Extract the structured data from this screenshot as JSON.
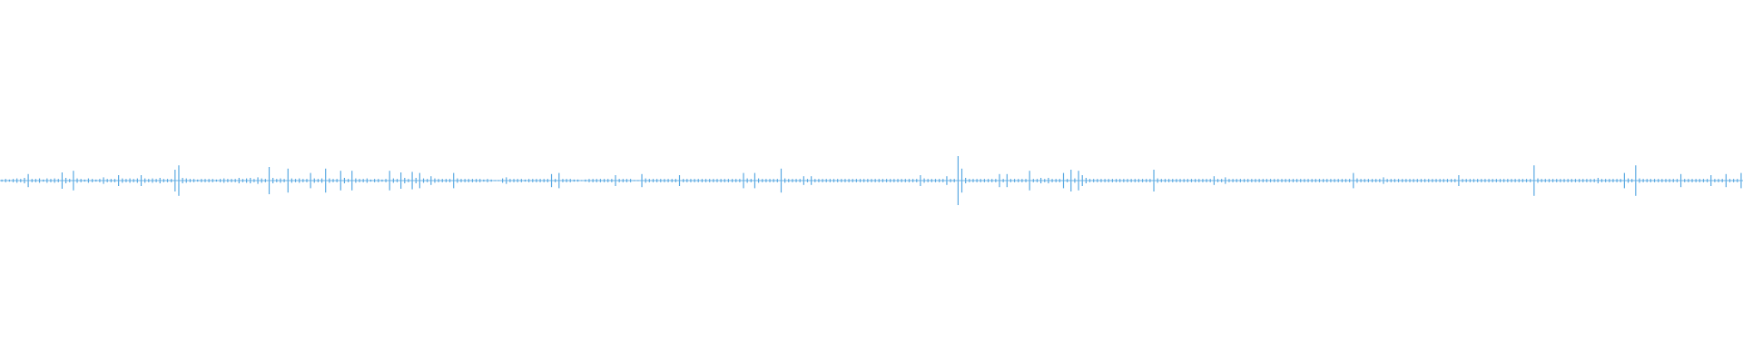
{
  "waveform": {
    "color": "#5aa9e2",
    "peaks": [
      0.02,
      0.03,
      0.02,
      0.03,
      0.04,
      0.03,
      0.05,
      0.12,
      0.03,
      0.03,
      0.04,
      0.02,
      0.04,
      0.03,
      0.04,
      0.03,
      0.15,
      0.05,
      0.03,
      0.18,
      0.04,
      0.03,
      0.02,
      0.04,
      0.03,
      0.02,
      0.03,
      0.06,
      0.03,
      0.03,
      0.03,
      0.1,
      0.04,
      0.03,
      0.04,
      0.03,
      0.04,
      0.1,
      0.04,
      0.03,
      0.04,
      0.03,
      0.05,
      0.03,
      0.03,
      0.03,
      0.2,
      0.28,
      0.05,
      0.04,
      0.03,
      0.03,
      0.02,
      0.03,
      0.03,
      0.03,
      0.03,
      0.02,
      0.03,
      0.04,
      0.03,
      0.03,
      0.03,
      0.05,
      0.03,
      0.04,
      0.05,
      0.03,
      0.06,
      0.04,
      0.03,
      0.25,
      0.05,
      0.03,
      0.04,
      0.03,
      0.22,
      0.04,
      0.03,
      0.04,
      0.03,
      0.03,
      0.14,
      0.04,
      0.03,
      0.04,
      0.22,
      0.04,
      0.03,
      0.03,
      0.18,
      0.05,
      0.03,
      0.18,
      0.04,
      0.03,
      0.03,
      0.04,
      0.02,
      0.03,
      0.03,
      0.02,
      0.03,
      0.18,
      0.04,
      0.03,
      0.15,
      0.05,
      0.03,
      0.16,
      0.05,
      0.14,
      0.04,
      0.03,
      0.08,
      0.04,
      0.03,
      0.03,
      0.03,
      0.03,
      0.14,
      0.04,
      0.03,
      0.03,
      0.03,
      0.03,
      0.03,
      0.03,
      0.02,
      0.03,
      0.02,
      0.01,
      0.0,
      0.04,
      0.06,
      0.03,
      0.03,
      0.03,
      0.03,
      0.02,
      0.03,
      0.03,
      0.03,
      0.03,
      0.03,
      0.03,
      0.12,
      0.03,
      0.14,
      0.03,
      0.03,
      0.03,
      0.02,
      0.02,
      0.0,
      0.02,
      0.03,
      0.03,
      0.03,
      0.03,
      0.03,
      0.03,
      0.03,
      0.1,
      0.03,
      0.03,
      0.03,
      0.03,
      0.0,
      0.0,
      0.12,
      0.04,
      0.03,
      0.03,
      0.03,
      0.03,
      0.03,
      0.03,
      0.03,
      0.03,
      0.1,
      0.03,
      0.03,
      0.03,
      0.03,
      0.03,
      0.03,
      0.03,
      0.03,
      0.03,
      0.03,
      0.03,
      0.03,
      0.03,
      0.03,
      0.03,
      0.03,
      0.14,
      0.04,
      0.03,
      0.14,
      0.04,
      0.03,
      0.03,
      0.03,
      0.03,
      0.03,
      0.22,
      0.04,
      0.03,
      0.03,
      0.03,
      0.03,
      0.08,
      0.03,
      0.08,
      0.03,
      0.03,
      0.03,
      0.03,
      0.03,
      0.03,
      0.03,
      0.03,
      0.03,
      0.03,
      0.03,
      0.03,
      0.03,
      0.03,
      0.03,
      0.03,
      0.03,
      0.03,
      0.03,
      0.03,
      0.03,
      0.03,
      0.03,
      0.03,
      0.03,
      0.03,
      0.03,
      0.03,
      0.1,
      0.04,
      0.03,
      0.03,
      0.03,
      0.03,
      0.03,
      0.08,
      0.03,
      0.03,
      0.45,
      0.22,
      0.05,
      0.03,
      0.03,
      0.03,
      0.03,
      0.03,
      0.03,
      0.03,
      0.03,
      0.12,
      0.03,
      0.12,
      0.03,
      0.03,
      0.03,
      0.03,
      0.03,
      0.18,
      0.03,
      0.03,
      0.05,
      0.03,
      0.05,
      0.03,
      0.03,
      0.03,
      0.14,
      0.03,
      0.2,
      0.04,
      0.18,
      0.1,
      0.05,
      0.03,
      0.03,
      0.03,
      0.03,
      0.03,
      0.03,
      0.03,
      0.03,
      0.03,
      0.03,
      0.03,
      0.03,
      0.03,
      0.03,
      0.03,
      0.03,
      0.03,
      0.2,
      0.04,
      0.03,
      0.03,
      0.03,
      0.03,
      0.03,
      0.03,
      0.03,
      0.03,
      0.03,
      0.03,
      0.03,
      0.03,
      0.03,
      0.03,
      0.08,
      0.03,
      0.03,
      0.06,
      0.03,
      0.03,
      0.03,
      0.03,
      0.03,
      0.03,
      0.03,
      0.03,
      0.03,
      0.03,
      0.03,
      0.03,
      0.03,
      0.03,
      0.03,
      0.03,
      0.03,
      0.03,
      0.03,
      0.03,
      0.03,
      0.03,
      0.03,
      0.03,
      0.03,
      0.03,
      0.03,
      0.03,
      0.03,
      0.03,
      0.03,
      0.03,
      0.03,
      0.14,
      0.04,
      0.03,
      0.03,
      0.03,
      0.03,
      0.03,
      0.03,
      0.06,
      0.03,
      0.03,
      0.03,
      0.03,
      0.03,
      0.03,
      0.03,
      0.03,
      0.03,
      0.03,
      0.03,
      0.03,
      0.03,
      0.03,
      0.03,
      0.03,
      0.03,
      0.03,
      0.03,
      0.1,
      0.03,
      0.03,
      0.03,
      0.03,
      0.03,
      0.03,
      0.03,
      0.03,
      0.03,
      0.03,
      0.03,
      0.03,
      0.03,
      0.03,
      0.03,
      0.03,
      0.03,
      0.03,
      0.03,
      0.28,
      0.04,
      0.03,
      0.03,
      0.03,
      0.03,
      0.03,
      0.03,
      0.03,
      0.03,
      0.03,
      0.03,
      0.03,
      0.03,
      0.03,
      0.03,
      0.03,
      0.05,
      0.03,
      0.03,
      0.03,
      0.03,
      0.03,
      0.03,
      0.14,
      0.04,
      0.03,
      0.28,
      0.04,
      0.03,
      0.03,
      0.03,
      0.03,
      0.03,
      0.03,
      0.03,
      0.03,
      0.03,
      0.03,
      0.12,
      0.03,
      0.03,
      0.03,
      0.03,
      0.03,
      0.03,
      0.03,
      0.1,
      0.03,
      0.03,
      0.03,
      0.12,
      0.03,
      0.03,
      0.03,
      0.14
    ]
  }
}
